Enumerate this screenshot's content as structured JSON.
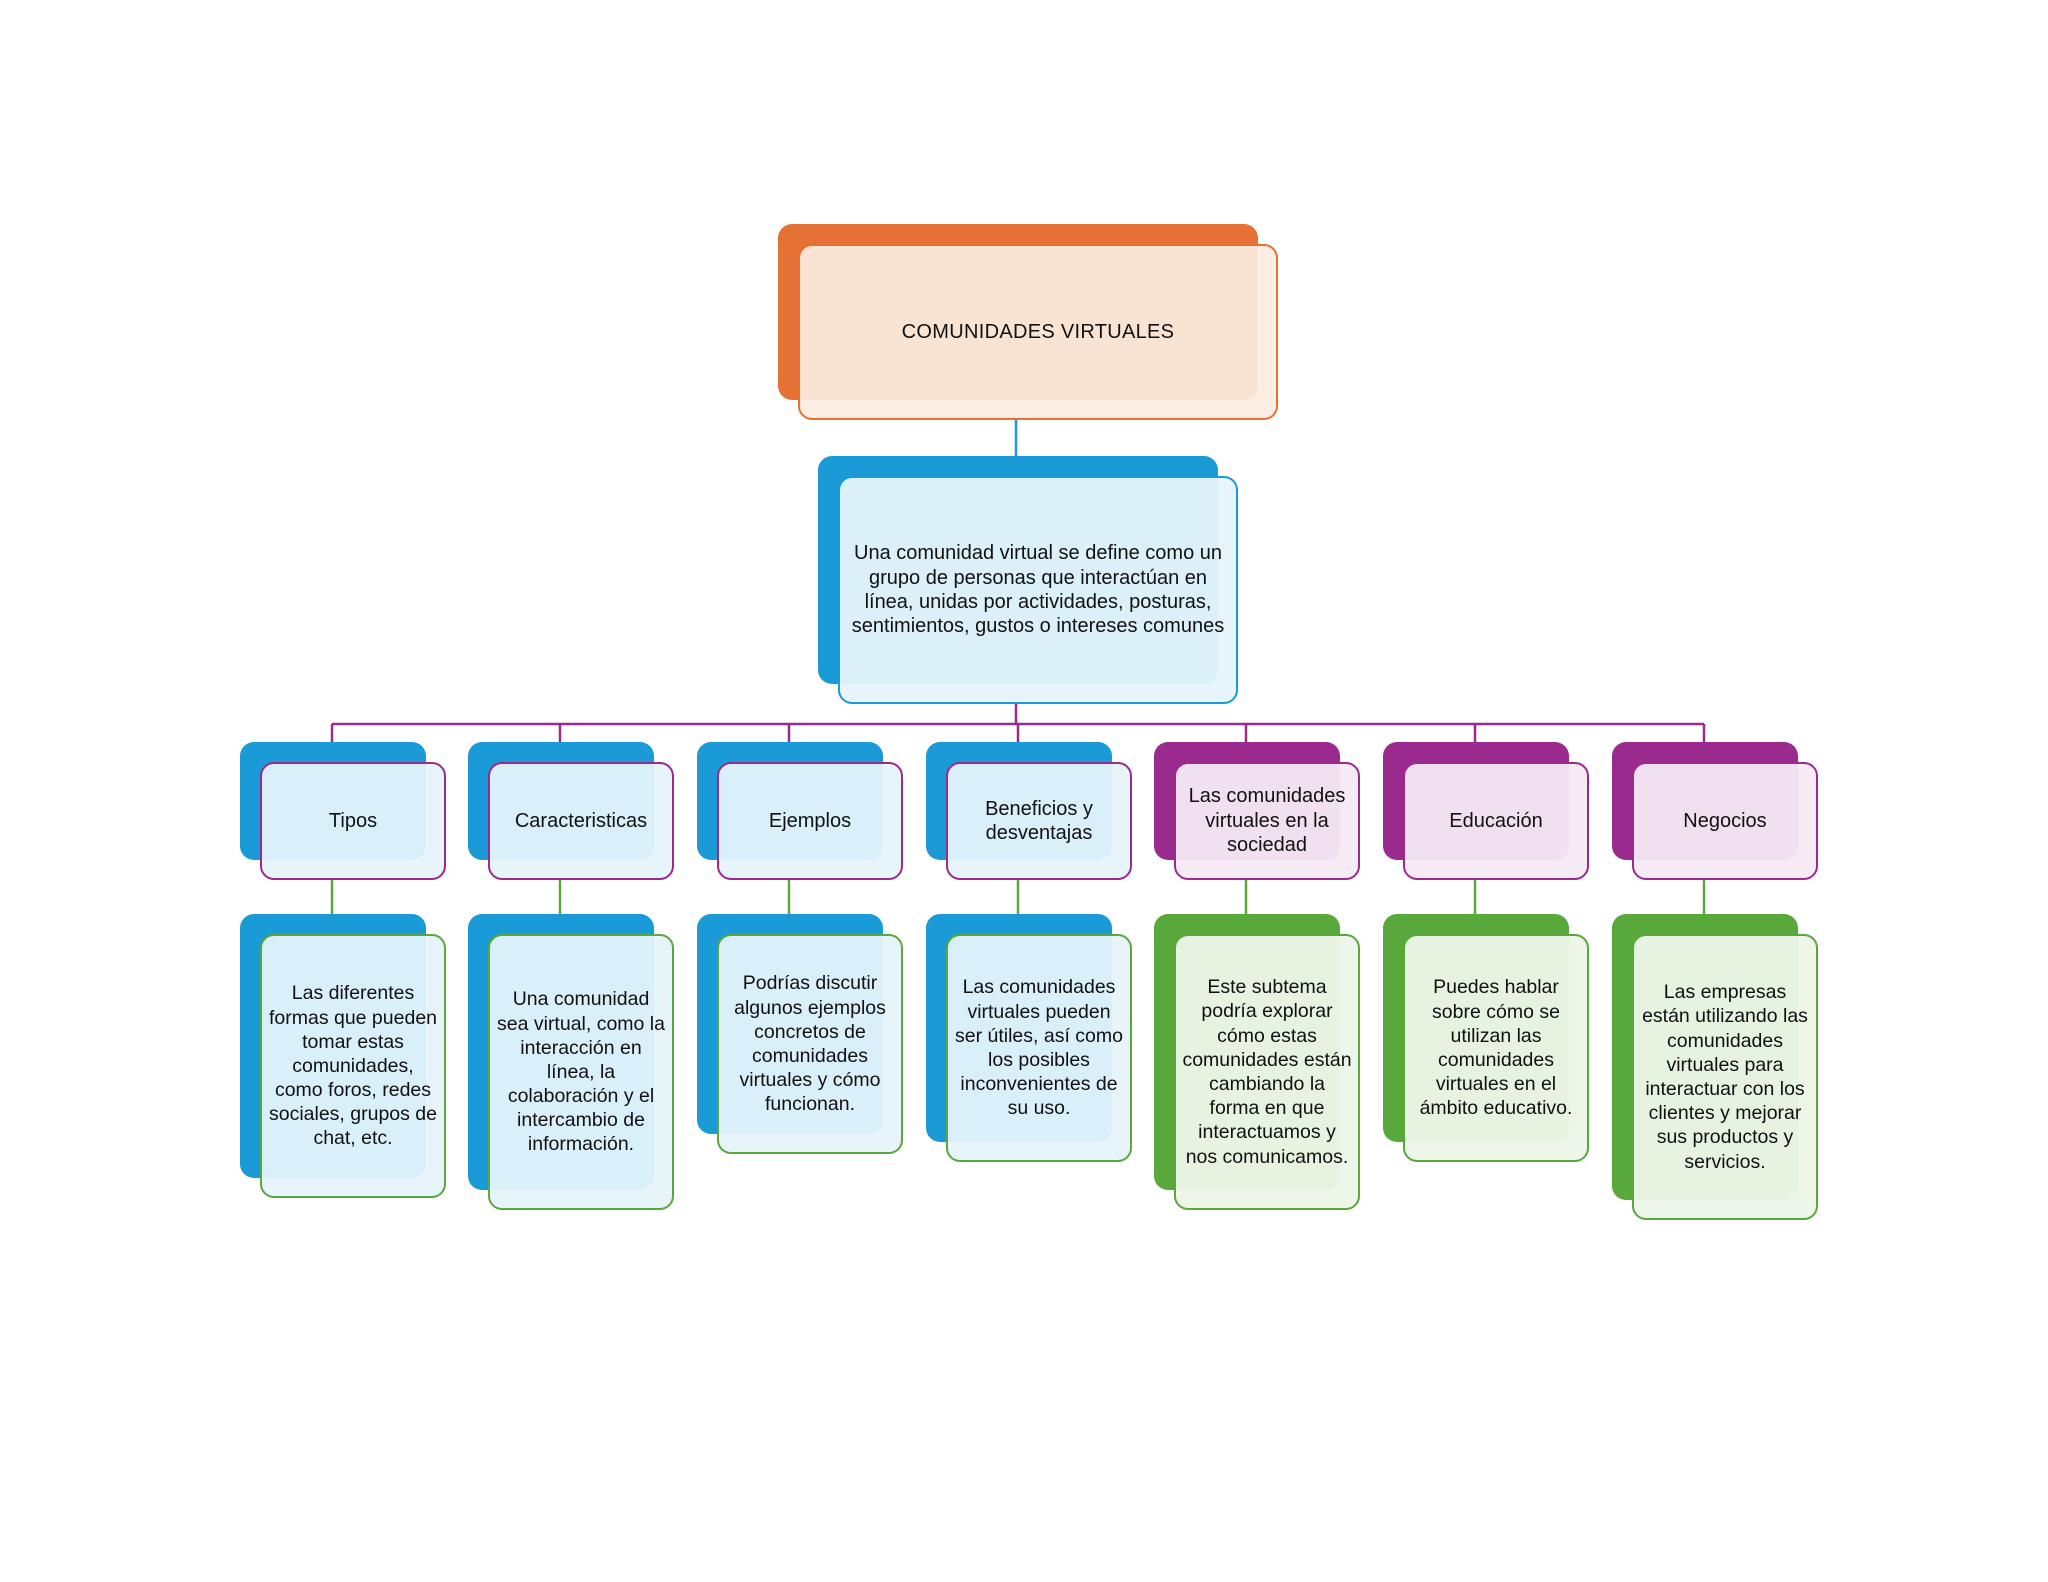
{
  "root": {
    "label": "COMUNIDADES VIRTUALES"
  },
  "definition": {
    "text": "Una comunidad virtual se define como un grupo de personas que interactúan en línea, unidas por actividades, posturas, sentimientos, gustos o intereses comunes"
  },
  "categories": [
    {
      "label": "Tipos",
      "description": "Las diferentes formas que pueden tomar estas comunidades, como foros, redes sociales, grupos de chat, etc."
    },
    {
      "label": "Caracteristicas",
      "description": "Una comunidad sea virtual, como la interacción en línea, la colaboración y el intercambio de información."
    },
    {
      "label": "Ejemplos",
      "description": "Podrías discutir algunos ejemplos concretos de comunidades virtuales y cómo funcionan."
    },
    {
      "label": "Beneficios y desventajas",
      "description": "Las comunidades virtuales pueden ser útiles, así como los posibles inconvenientes de su uso."
    },
    {
      "label": "Las comunidades virtuales en la sociedad",
      "description": "Este subtema podría explorar cómo estas comunidades están cambiando la forma en que interactuamos y nos comunicamos."
    },
    {
      "label": "Educación",
      "description": "Puedes hablar sobre cómo se utilizan las comunidades virtuales en el ámbito educativo."
    },
    {
      "label": "Negocios",
      "description": "Las empresas están utilizando las comunidades virtuales para interactuar con los clientes y mejorar sus productos y servicios."
    }
  ],
  "colors": {
    "orange": "#e57135",
    "blue": "#1a9ad6",
    "purple": "#9b2a8e",
    "green": "#58a83c"
  }
}
